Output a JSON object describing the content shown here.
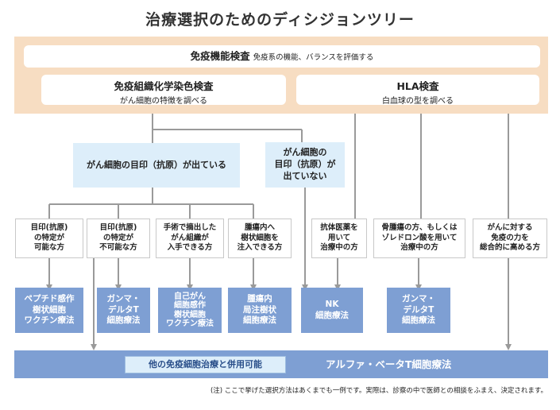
{
  "title": "治療選択のためのディシジョンツリー",
  "immune_test": {
    "label": "免疫機能検査",
    "note": "免疫系の機能、バランスを評価する"
  },
  "ihc": {
    "label": "免疫組織化学染色検査",
    "sub": "がん細胞の特徴を調べる"
  },
  "hla": {
    "label": "HLA検査",
    "sub": "白血球の型を調べる"
  },
  "antigen_present": "がん細胞の目印（抗原）が出ている",
  "antigen_absent": [
    "がん細胞の",
    "目印（抗原）が",
    "出ていない"
  ],
  "conditions": [
    [
      "目印(抗原)",
      "の特定が",
      "可能な方"
    ],
    [
      "目印(抗原)",
      "の特定が",
      "不可能な方"
    ],
    [
      "手術で摘出した",
      "がん組織が",
      "入手できる方"
    ],
    [
      "腫瘍内へ",
      "樹状細胞を",
      "注入できる方"
    ],
    [
      "抗体医薬を",
      "用いて",
      "治療中の方"
    ],
    [
      "骨腫瘍の方、もしくは",
      "ゾレドロン酸を用いて",
      "治療中の方"
    ],
    [
      "がんに対する",
      "免疫の力を",
      "総合的に高める方"
    ]
  ],
  "treatments": [
    [
      "ペプチド感作",
      "樹状細胞",
      "ワクチン療法"
    ],
    [
      "ガンマ・",
      "デルタT",
      "細胞療法"
    ],
    [
      "自己がん",
      "細胞感作",
      "樹状細胞",
      "ワクチン療法"
    ],
    [
      "腫瘍内",
      "局注樹状",
      "細胞療法"
    ],
    [
      "NK",
      "細胞療法"
    ],
    [
      "ガンマ・",
      "デルタT",
      "細胞療法"
    ]
  ],
  "combo_label": "他の免疫細胞治療と併用可能",
  "alpha_beta": "アルファ・ベータT細胞療法",
  "footnote": "(注) ここで挙げた選択方法はあくまでも一例です。実際は、診察の中で医師との相談をふまえ、決定されます。",
  "colors": {
    "band_top": "#f7ddc2",
    "light_blue": "#ddeefa",
    "treatment_blue": "#7e9fd3",
    "line_gray": "#9a9a9a"
  }
}
